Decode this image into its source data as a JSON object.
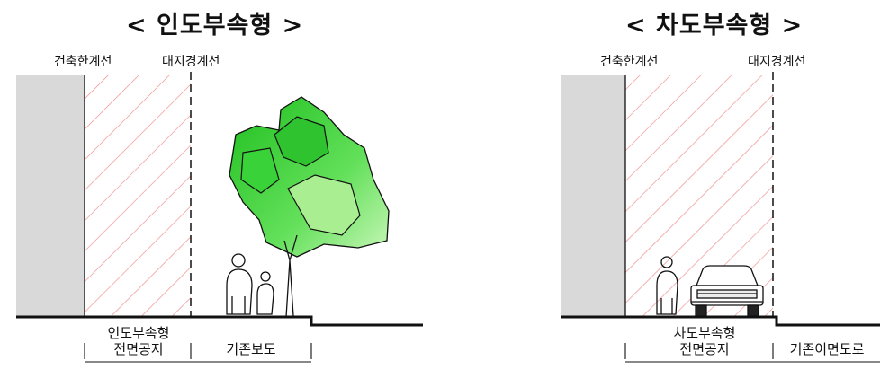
{
  "left_panel": {
    "title": "< 인도부속형 >",
    "building_line_label": "건축한계선",
    "lot_line_label": "대지경계선",
    "front_space_line1": "인도부속형",
    "front_space_line2": "전면공지",
    "existing_label": "기존보도"
  },
  "right_panel": {
    "title": "< 차도부속형 >",
    "building_line_label": "건축한계선",
    "lot_line_label": "대지경계선",
    "front_space_line1": "차도부속형",
    "front_space_line2": "전면공지",
    "existing_label": "기존이면도로"
  },
  "colors": {
    "building": "#d9d9d9",
    "hatch": "#ef8a8a",
    "tree_green": "#33cc33",
    "tree_light": "#bff5a8",
    "ground": "#111111"
  }
}
